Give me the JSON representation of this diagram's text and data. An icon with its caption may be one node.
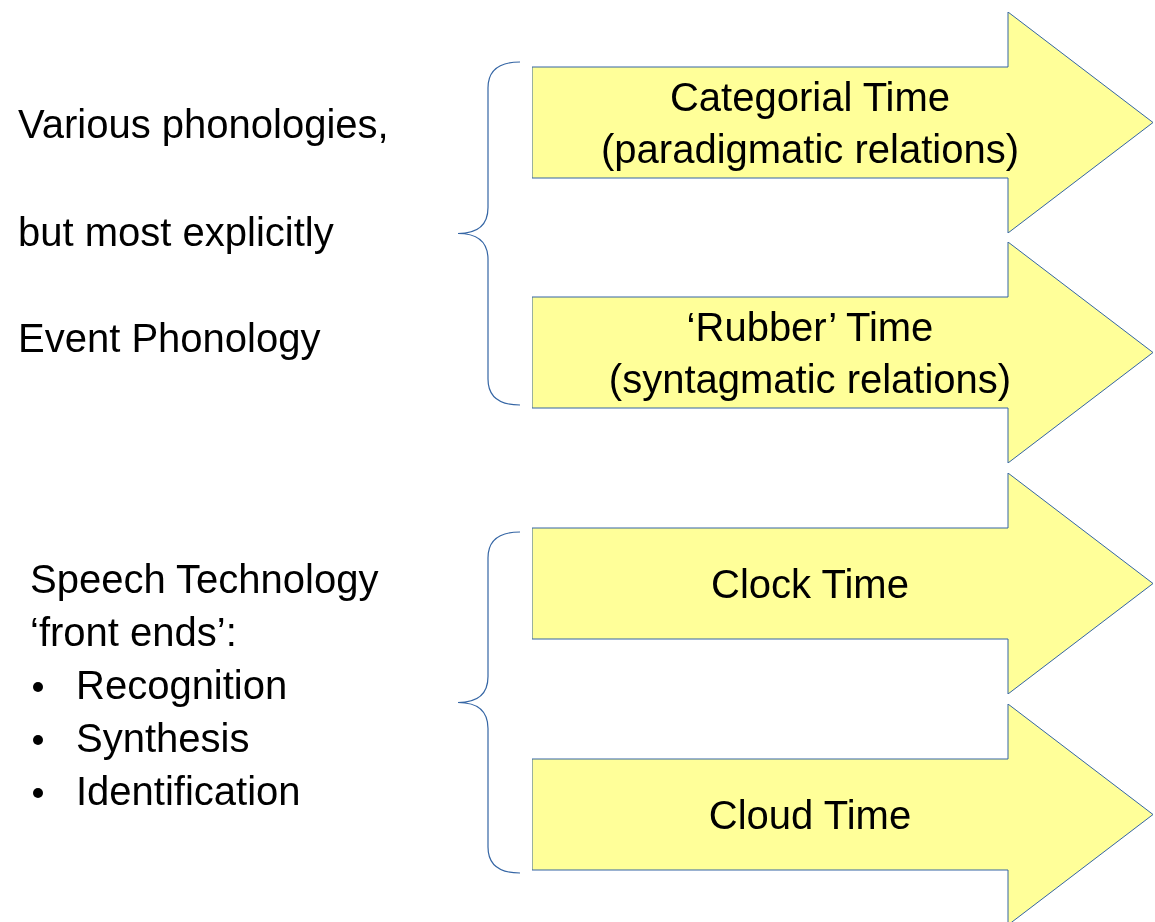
{
  "diagram": {
    "nodes": [
      {
        "text": [
          "Categorial Time (paradigmatic relations)"
        ]
      },
      {
        "text": [
          "‘Rubber’ Time (syntagmatic relations)"
        ]
      },
      {
        "text": [
          "Clock Time"
        ]
      },
      {
        "text": [
          "Cloud Time"
        ]
      }
    ],
    "labels": [
      "Various phonologies,",
      "but most explicitly",
      "Event Phonology",
      "Speech Technology",
      "‘front ends’:",
      "Recognition",
      "Synthesis",
      "Identification"
    ]
  }
}
